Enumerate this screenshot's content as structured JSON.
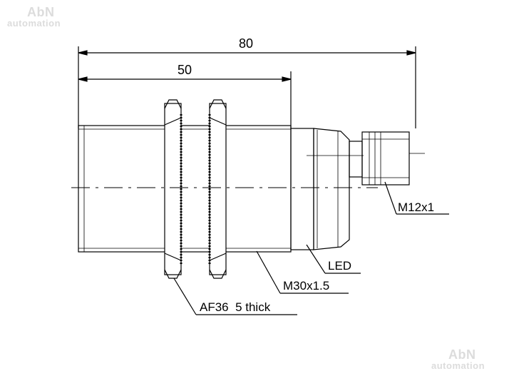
{
  "watermark": {
    "brand": "AbN",
    "sub": "automation"
  },
  "dimensions": {
    "overall_length": "80",
    "body_length": "50"
  },
  "callouts": {
    "connector": "M12x1",
    "led": "LED",
    "thread": "M30x1.5",
    "nut": "AF36  5 thick"
  }
}
